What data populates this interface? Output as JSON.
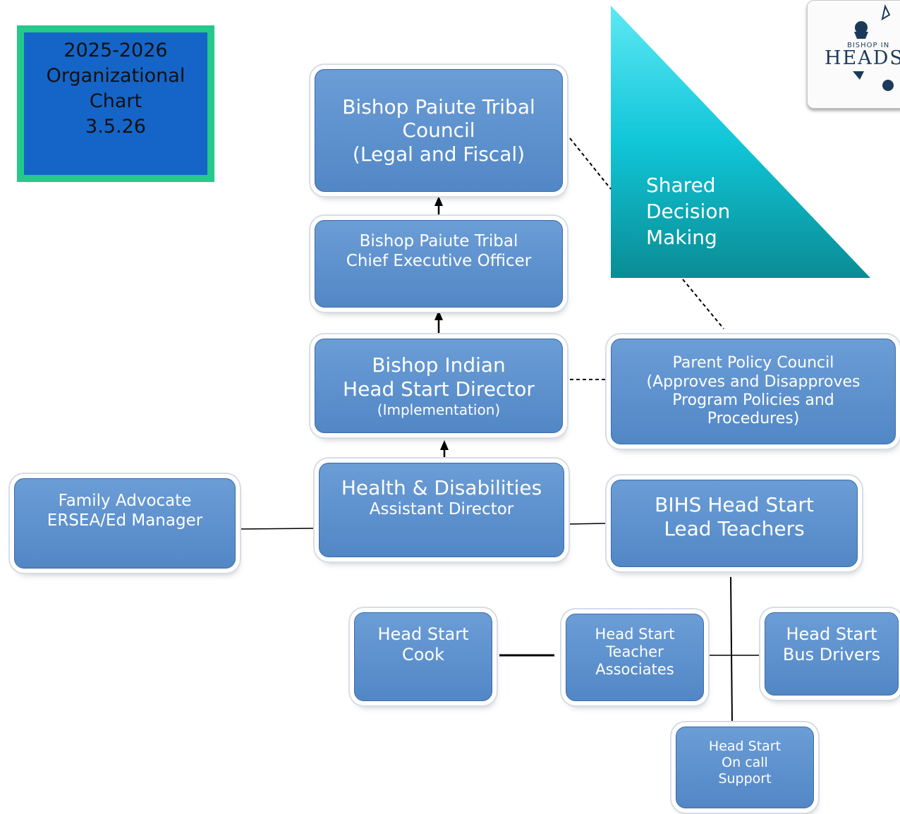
{
  "title_box": {
    "line1": "2025-2026",
    "line2": "Organizational",
    "line3": "Chart",
    "line4": "3.5.26"
  },
  "shared_decision": {
    "line1": "Shared",
    "line2": "Decision",
    "line3": "Making"
  },
  "logo": {
    "top_text": "BISHOP IN",
    "main_text": "HEADS"
  },
  "boxes": {
    "tribal_council": {
      "line1": "Bishop Paiute Tribal",
      "line2": "Council",
      "line3": "(Legal and Fiscal)"
    },
    "ceo": {
      "line1": "Bishop Paiute Tribal",
      "line2": "Chief Executive Officer"
    },
    "director": {
      "line1": "Bishop Indian",
      "line2": "Head Start Director",
      "line3": "(Implementation)"
    },
    "policy_council": {
      "line1": "Parent Policy Council",
      "line2": "(Approves and Disapproves",
      "line3": "Program Policies and",
      "line4": "Procedures)"
    },
    "health": {
      "line1": "Health & Disabilities",
      "line2": "Assistant Director"
    },
    "family_advocate": {
      "line1": "Family Advocate",
      "line2": "ERSEA/Ed Manager"
    },
    "lead_teachers": {
      "line1": "BIHS Head Start",
      "line2": "Lead Teachers"
    },
    "cook": {
      "line1": "Head Start",
      "line2": "Cook"
    },
    "teacher_associates": {
      "line1": "Head Start",
      "line2": "Teacher",
      "line3": "Associates"
    },
    "bus_drivers": {
      "line1": "Head Start",
      "line2": "Bus Drivers"
    },
    "on_call": {
      "line1": "Head Start",
      "line2": "On call",
      "line3": "Support"
    }
  },
  "colors": {
    "box_fill": "#5b8fcd",
    "title_fill": "#1565c8",
    "title_border": "#24c98b",
    "triangle_top": "#5ee8f5",
    "triangle_bottom": "#0a8c94"
  }
}
